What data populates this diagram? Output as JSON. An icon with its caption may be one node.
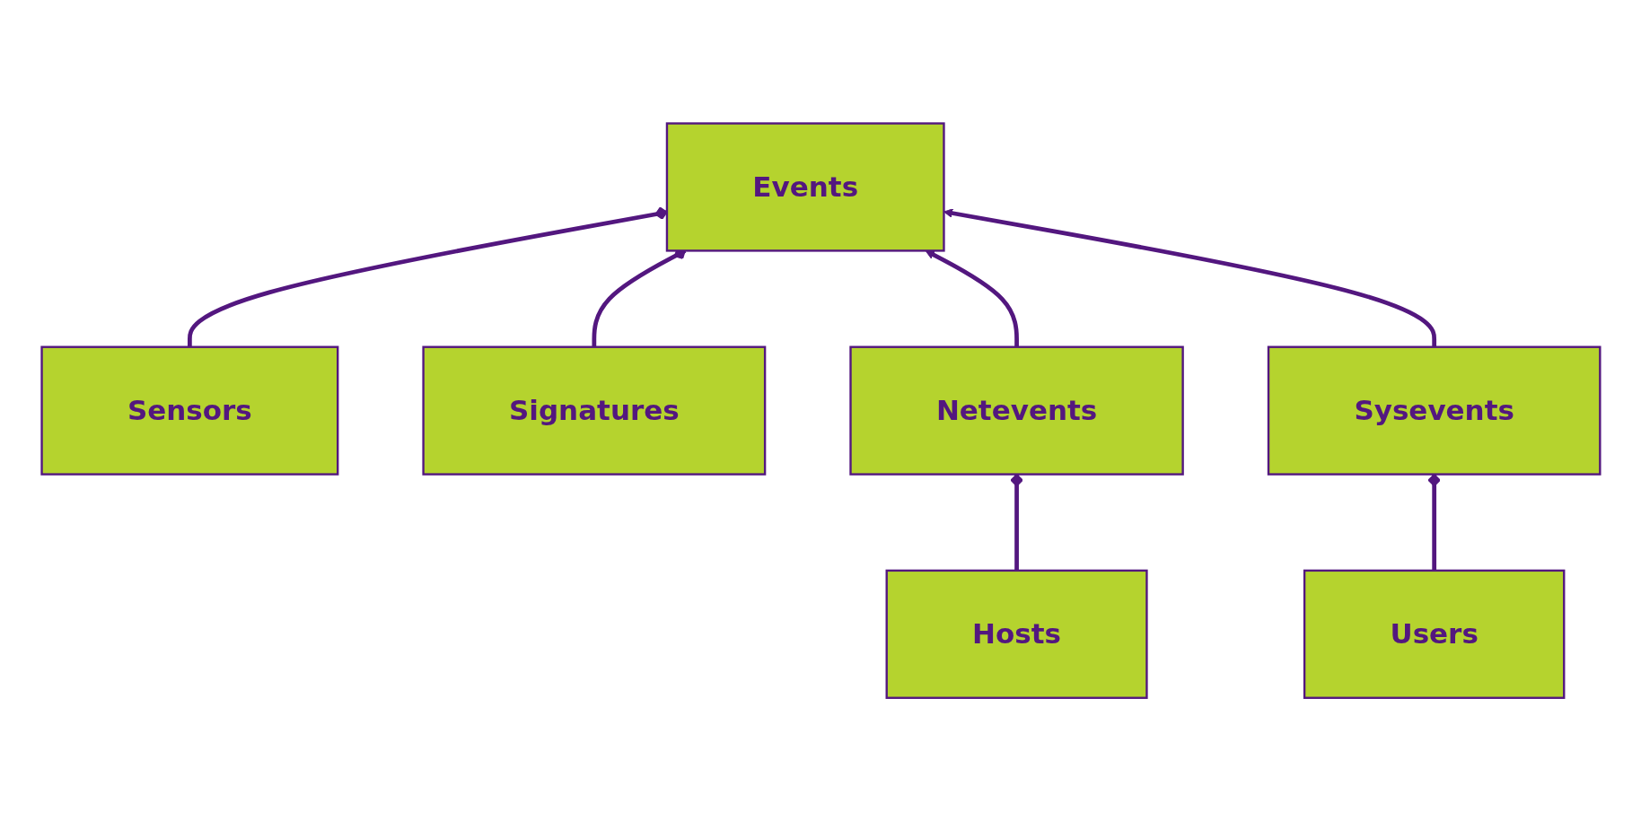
{
  "diagram": {
    "nodes": [
      {
        "text": [
          "Sensors"
        ]
      },
      {
        "text": [
          "Events"
        ]
      },
      {
        "text": [
          "Signatures"
        ]
      },
      {
        "text": [
          "Netevents"
        ]
      },
      {
        "text": [
          "Sysevents"
        ]
      },
      {
        "text": [
          "Hosts"
        ]
      },
      {
        "text": [
          "Users"
        ]
      }
    ],
    "edges": [
      {
        "from": 0,
        "to": 1,
        "arrow": "other"
      },
      {
        "from": 2,
        "to": 1,
        "arrow": "other"
      },
      {
        "from": 3,
        "to": 1,
        "arrow": "to"
      },
      {
        "from": 4,
        "to": 1,
        "arrow": "to"
      },
      {
        "from": 5,
        "to": 3,
        "arrow": "other"
      },
      {
        "from": 6,
        "to": 4,
        "arrow": "other"
      }
    ]
  }
}
